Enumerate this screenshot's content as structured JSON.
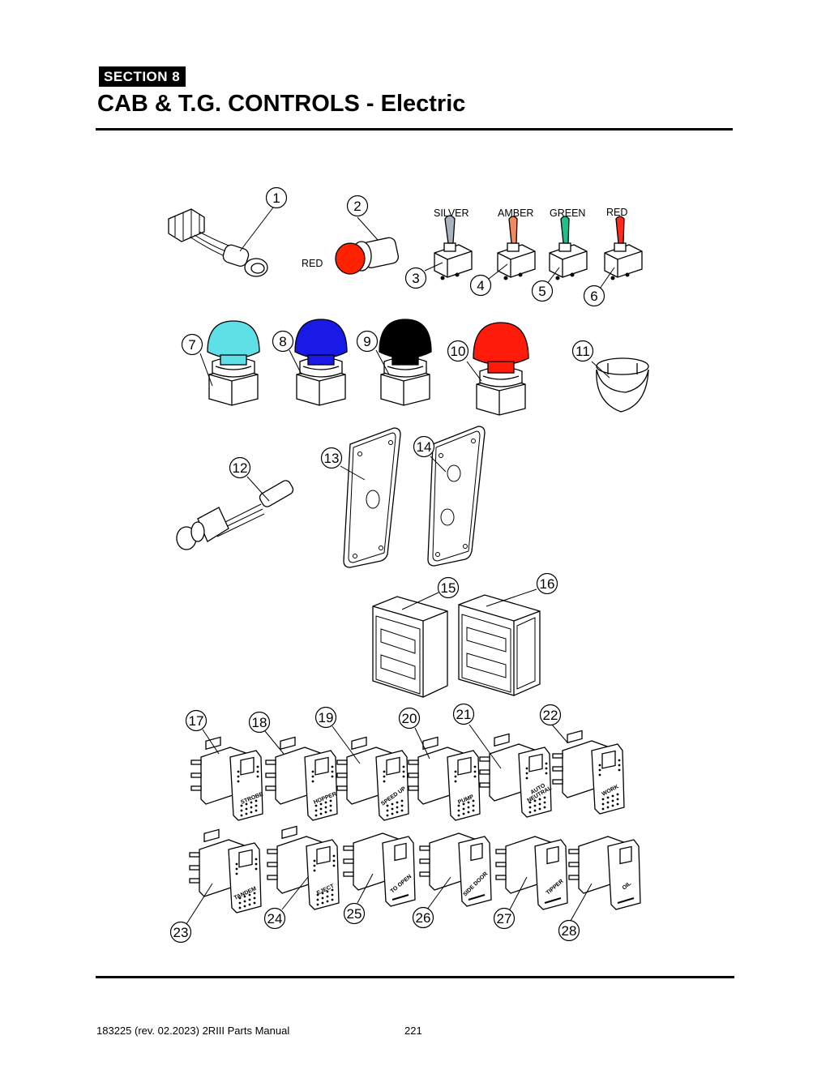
{
  "header": {
    "section_label": "SECTION  8",
    "title": "CAB & T.G. CONTROLS - Electric"
  },
  "diagram": {
    "color_labels": {
      "red_light": "RED",
      "silver": "SILVER",
      "amber": "AMBER",
      "green": "GREEN",
      "red_toggle": "RED"
    },
    "part_colors": {
      "light_lens_red": "#ff2200",
      "toggle_silver": "#a9b3bd",
      "toggle_amber": "#f08a5d",
      "toggle_green": "#1fbf8f",
      "toggle_red": "#ff2a1a",
      "button_7_cyan": "#5ee0e6",
      "button_8_blue": "#1a1ae6",
      "button_9_black": "#000000",
      "button_10_red": "#ff1a0a"
    },
    "callouts": [
      "1",
      "2",
      "3",
      "4",
      "5",
      "6",
      "7",
      "8",
      "9",
      "10",
      "11",
      "12",
      "13",
      "14",
      "15",
      "16",
      "17",
      "18",
      "19",
      "20",
      "21",
      "22",
      "23",
      "24",
      "25",
      "26",
      "27",
      "28"
    ],
    "rocker_labels": {
      "17": "STROBE",
      "18": "HOPPER",
      "19": "SPEED UP",
      "20": "PUMP",
      "21_line1": "AUTO",
      "21_line2": "NEUTRAL",
      "22": "WORK",
      "23": "TANDEM",
      "24": "EJECT",
      "25": "TO OPEN",
      "26": "SIDE DOOR",
      "27": "TIPPER",
      "28": "OIL"
    }
  },
  "footer": {
    "doc_info": "183225  (rev. 02.2023) 2RIII Parts Manual",
    "page_number": "221"
  }
}
